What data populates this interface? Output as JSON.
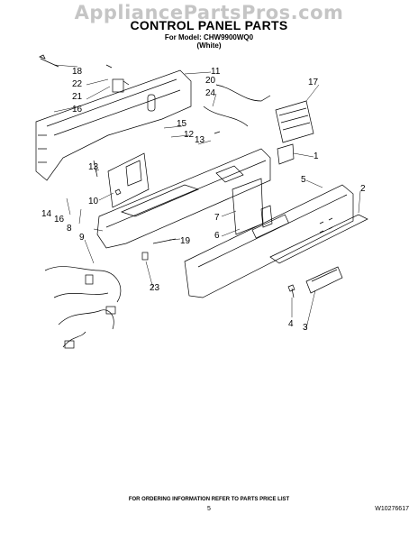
{
  "watermark": "AppliancePartsPros.com",
  "title": "CONTROL PANEL PARTS",
  "model_line": "For Model: CHW9900WQ0",
  "color_line": "(White)",
  "footer_note": "FOR ORDERING INFORMATION REFER TO PARTS PRICE LIST",
  "page_number": "5",
  "document_number": "W10276617",
  "callouts": [
    "18",
    "22",
    "21",
    "16",
    "11",
    "20",
    "24",
    "17",
    "15",
    "12",
    "13",
    "13",
    "1",
    "10",
    "14",
    "16",
    "8",
    "9",
    "5",
    "2",
    "7",
    "6",
    "19",
    "23",
    "4",
    "3"
  ]
}
